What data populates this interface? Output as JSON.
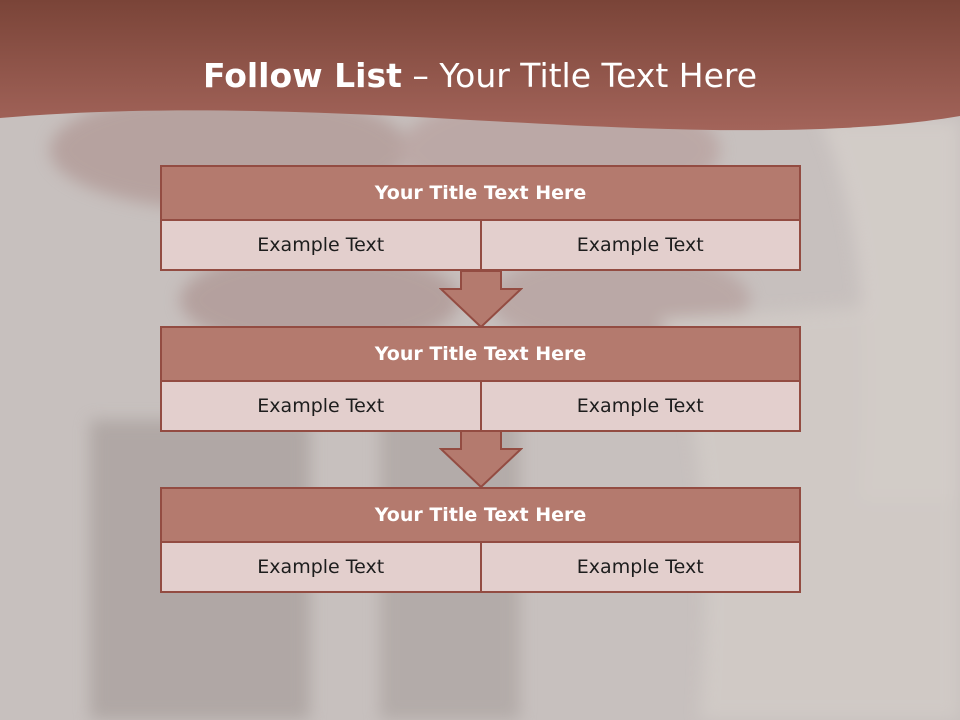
{
  "slide": {
    "title_bold": "Follow List",
    "title_rest": " – Your Title Text Here"
  },
  "steps": [
    {
      "title": "Your Title Text Here",
      "left": "Example Text",
      "right": "Example Text"
    },
    {
      "title": "Your Title Text Here",
      "left": "Example Text",
      "right": "Example Text"
    },
    {
      "title": "Your Title Text Here",
      "left": "Example Text",
      "right": "Example Text"
    }
  ],
  "colors": {
    "header_band": "#9a5a4e",
    "box_fill": "#b47a6e",
    "box_border": "#934c42",
    "cell_fill": "#e3cfcd"
  }
}
